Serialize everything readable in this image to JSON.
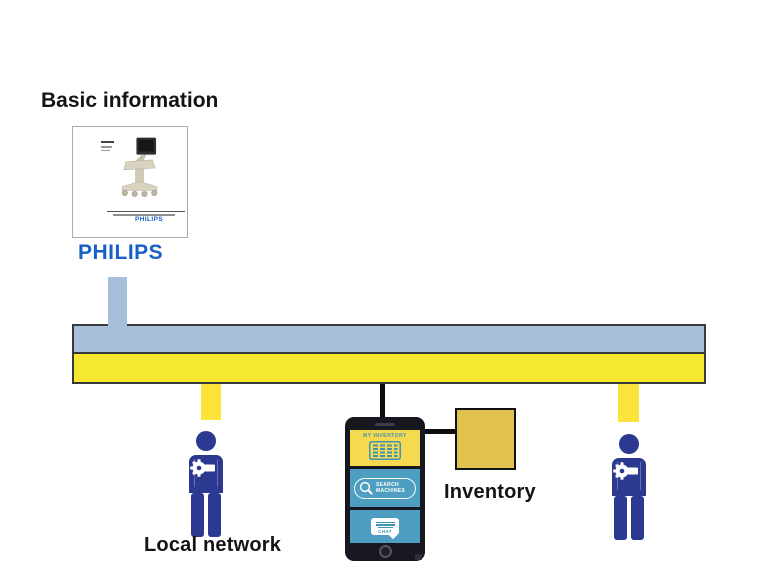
{
  "page": {
    "title": "Basic information"
  },
  "manual_card": {
    "brand_label": "PHILIPS"
  },
  "brand": {
    "wordmark": "PHILIPS"
  },
  "labels": {
    "local_network": "Local network",
    "inventory": "Inventory"
  },
  "phone_app": {
    "title": "MY INVENTORY",
    "search_line1": "SEARCH",
    "search_line2": "MACHINES",
    "chat": "CHAT"
  },
  "colors": {
    "bus_blue": "#a7bfd9",
    "bus_yellow": "#f6e72f",
    "connector_yellow": "#fbe33a",
    "inventory_gold": "#e2c24e",
    "person_navy": "#2b3990",
    "philips_blue": "#1660c7",
    "app_teal": "#4d9ec0",
    "app_text_teal": "#3f93b4",
    "app_yellow": "#f5d94f",
    "phone_frame": "#17171f",
    "cable_black": "#0d0d0d"
  }
}
